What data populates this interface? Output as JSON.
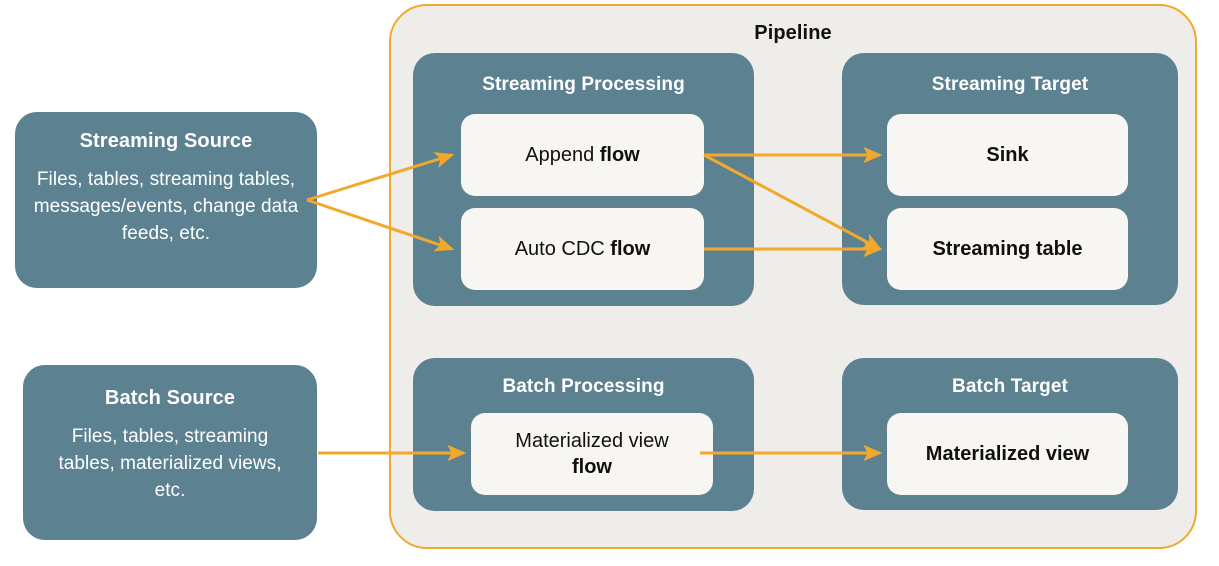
{
  "diagram": {
    "pipeline": {
      "title": "Pipeline",
      "border_color": "#F0A92A",
      "background_color": "#EEEDEA"
    },
    "colors": {
      "group_teal": "#5C8291",
      "card_white": "#F7F6F2",
      "arrow_orange": "#F0A92A",
      "text_dark": "#12100E",
      "text_light": "#FFFFFF"
    },
    "sources": [
      {
        "name": "streaming-source",
        "title": "Streaming Source",
        "description": "Files, tables, streaming tables, messages/events, change data feeds, etc."
      },
      {
        "name": "batch-source",
        "title": "Batch Source",
        "description": "Files, tables, streaming tables, materialized views, etc."
      }
    ],
    "groups": [
      {
        "name": "streaming-processing",
        "title": "Streaming Processing",
        "cards": [
          {
            "name": "append-flow",
            "prefix": "Append ",
            "bold": "flow"
          },
          {
            "name": "auto-cdc-flow",
            "prefix": "Auto CDC ",
            "bold": "flow"
          }
        ]
      },
      {
        "name": "streaming-target",
        "title": "Streaming Target",
        "cards": [
          {
            "name": "sink",
            "prefix": "",
            "bold": "Sink"
          },
          {
            "name": "streaming-table",
            "prefix": "",
            "bold": "Streaming table"
          }
        ]
      },
      {
        "name": "batch-processing",
        "title": "Batch Processing",
        "cards": [
          {
            "name": "materialized-view-flow",
            "prefix": "Materialized view",
            "bold": "flow"
          }
        ]
      },
      {
        "name": "batch-target",
        "title": "Batch Target",
        "cards": [
          {
            "name": "materialized-view",
            "prefix": "",
            "bold": "Materialized view"
          }
        ]
      }
    ],
    "connections": [
      {
        "name": "streaming-source-to-append-flow",
        "from": "streaming-source",
        "to": "append-flow"
      },
      {
        "name": "streaming-source-to-auto-cdc-flow",
        "from": "streaming-source",
        "to": "auto-cdc-flow"
      },
      {
        "name": "append-flow-to-sink",
        "from": "append-flow",
        "to": "sink"
      },
      {
        "name": "append-flow-to-streaming-table",
        "from": "append-flow",
        "to": "streaming-table"
      },
      {
        "name": "auto-cdc-flow-to-streaming-table",
        "from": "auto-cdc-flow",
        "to": "streaming-table"
      },
      {
        "name": "batch-source-to-materialized-view-flow",
        "from": "batch-source",
        "to": "materialized-view-flow"
      },
      {
        "name": "materialized-view-flow-to-materialized-view",
        "from": "materialized-view-flow",
        "to": "materialized-view"
      }
    ]
  }
}
